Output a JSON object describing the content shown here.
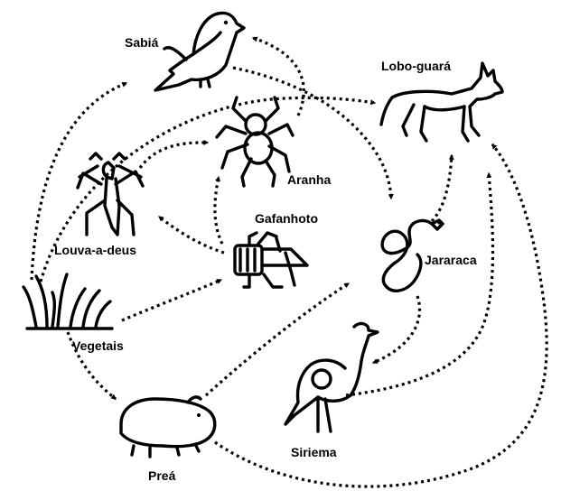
{
  "organisms": {
    "sabia": "Sabiá",
    "lobo_guara": "Lobo-guará",
    "aranha": "Aranha",
    "gafanhoto": "Gafanhoto",
    "louva_a_deus": "Louva-a-deus",
    "jararaca": "Jararaca",
    "vegetais": "Vegetais",
    "siriema": "Siriema",
    "prea": "Preá"
  },
  "icons": {
    "sabia": "bird-icon",
    "lobo_guara": "maned-wolf-icon",
    "aranha": "spider-icon",
    "gafanhoto": "grasshopper-icon",
    "louva_a_deus": "mantis-icon",
    "jararaca": "snake-icon",
    "vegetais": "grass-icon",
    "siriema": "seriema-bird-icon",
    "prea": "guinea-pig-icon"
  },
  "food_web": [
    {
      "from": "Vegetais",
      "to": "Sabiá"
    },
    {
      "from": "Vegetais",
      "to": "Gafanhoto"
    },
    {
      "from": "Vegetais",
      "to": "Preá"
    },
    {
      "from": "Vegetais",
      "to": "Lobo-guará"
    },
    {
      "from": "Gafanhoto",
      "to": "Aranha"
    },
    {
      "from": "Gafanhoto",
      "to": "Louva-a-deus"
    },
    {
      "from": "Louva-a-deus",
      "to": "Aranha"
    },
    {
      "from": "Aranha",
      "to": "Sabiá"
    },
    {
      "from": "Sabiá",
      "to": "Jararaca"
    },
    {
      "from": "Preá",
      "to": "Jararaca"
    },
    {
      "from": "Preá",
      "to": "Lobo-guará"
    },
    {
      "from": "Jararaca",
      "to": "Lobo-guará"
    },
    {
      "from": "Jararaca",
      "to": "Siriema"
    },
    {
      "from": "Siriema",
      "to": "Lobo-guará"
    }
  ],
  "colors": {
    "ink": "#000000",
    "background": "#ffffff"
  }
}
